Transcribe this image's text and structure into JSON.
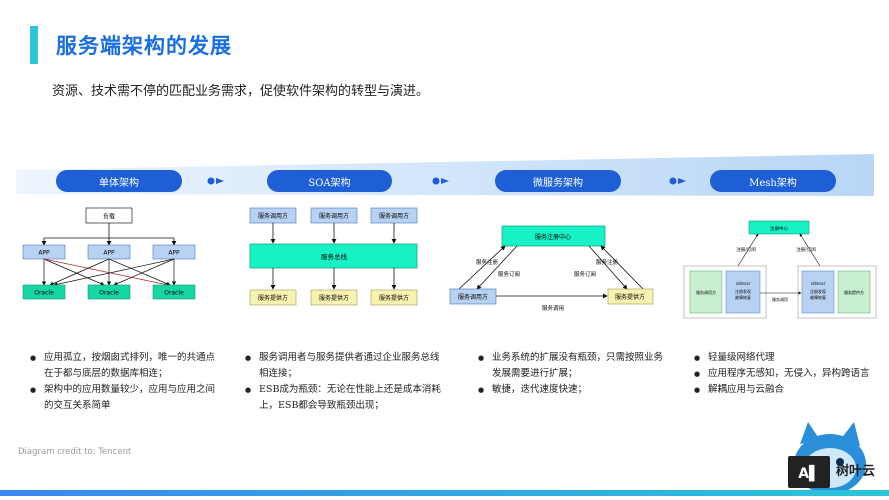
{
  "header": {
    "title": "服务端架构的发展",
    "subtitle": "资源、技术需不停的匹配业务需求，促使软件架构的转型与演进。"
  },
  "stages": [
    {
      "label": "单体架构"
    },
    {
      "label": "SOA架构"
    },
    {
      "label": "微服务架构"
    },
    {
      "label": "Mesh架构"
    }
  ],
  "diagram_monolith": {
    "top": "负载",
    "apps": [
      "APP",
      "APP",
      "APP"
    ],
    "dbs": [
      "Oracle",
      "Oracle",
      "Oracle"
    ]
  },
  "diagram_soa": {
    "callers": [
      "服务调用方",
      "服务调用方",
      "服务调用方"
    ],
    "bus": "服务总线",
    "providers": [
      "服务提供方",
      "服务提供方",
      "服务提供方"
    ]
  },
  "diagram_micro": {
    "registry": "服务注册中心",
    "caller": "服务调用方",
    "provider": "服务提供方",
    "reg_left": "服务注册",
    "sub_left": "服务订阅",
    "reg_right": "服务注册",
    "sub_right": "服务订阅",
    "call": "服务调用"
  },
  "diagram_mesh": {
    "center": "注册中心",
    "reg_left": "注册/订阅",
    "reg_right": "注册/订阅",
    "left_app": "服务调用方",
    "left_sidecar": "sidecar",
    "left_sidecar_sub1": "注册发现",
    "left_sidecar_sub2": "故障恢复",
    "right_sidecar": "sidecar",
    "right_sidecar_sub1": "注册发现",
    "right_sidecar_sub2": "故障恢复",
    "right_app": "服务提供方",
    "call": "服务调用"
  },
  "bullets": {
    "col1": [
      "应用孤立，按烟囱式排列，唯一的共通点在于都与底层的数据库相连；",
      "架构中的应用数量较少，应用与应用之间的交互关系简单"
    ],
    "col2": [
      "服务调用者与服务提供者通过企业服务总线相连接；",
      "ESB成为瓶颈：无论在性能上还是成本消耗上，ESB都会导致瓶颈出现；"
    ],
    "col3": [
      "业务系统的扩展没有瓶颈，只需按照业务发展需要进行扩展；",
      "敏捷，迭代速度快速；"
    ],
    "col4": [
      "轻量级网络代理",
      "应用程序无感知，无侵入，异构跨语言",
      "解耦应用与云融合"
    ]
  },
  "credit": "Diagram credit to: Tencent",
  "logo": {
    "text": "树叶云"
  },
  "colors": {
    "accent": "#1a6fe0",
    "pill": "#1f5fd6",
    "green": "#16d6a4",
    "yellow": "#f7f2b0",
    "blue_box": "#b8d2f4"
  }
}
